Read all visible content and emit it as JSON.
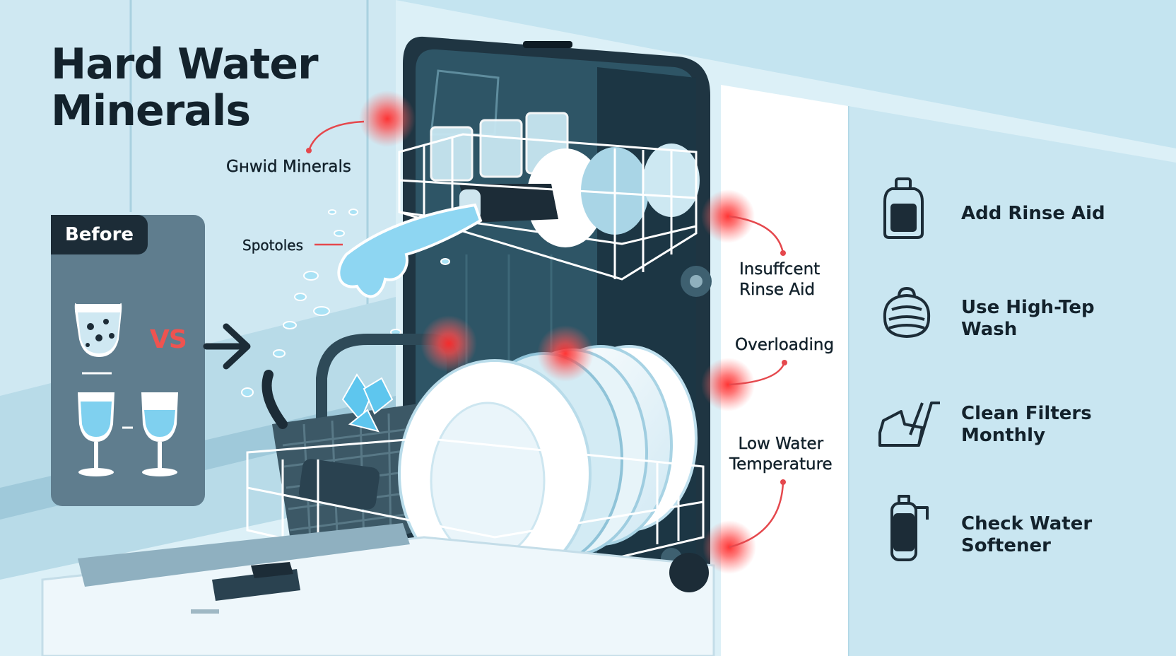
{
  "title": "Hard Water Minerals",
  "before_label": "Before",
  "vs_label": "VS",
  "callouts": {
    "minerals": "Gнwid Minerals",
    "spots": "Spotoles",
    "rinse": "Insuffcent\nRinse Aid",
    "overloading": "Overloading",
    "temperature": "Low Water\nTemperature"
  },
  "tips": [
    {
      "label": "Add Rinse Aid",
      "icon": "rinse-aid-bottle-icon"
    },
    {
      "label": "Use High-Tep\nWash",
      "icon": "high-temp-wash-icon"
    },
    {
      "label": "Clean Filters\nMonthly",
      "icon": "filter-cleaning-icon"
    },
    {
      "label": "Check Water\nSoftener",
      "icon": "water-softener-icon"
    }
  ],
  "colors": {
    "dark": "#1c2c37",
    "accent_red": "#ef5350",
    "water_blue": "#7fd0ef",
    "panel": "#5f7d8e",
    "background": "#d9eef6"
  }
}
